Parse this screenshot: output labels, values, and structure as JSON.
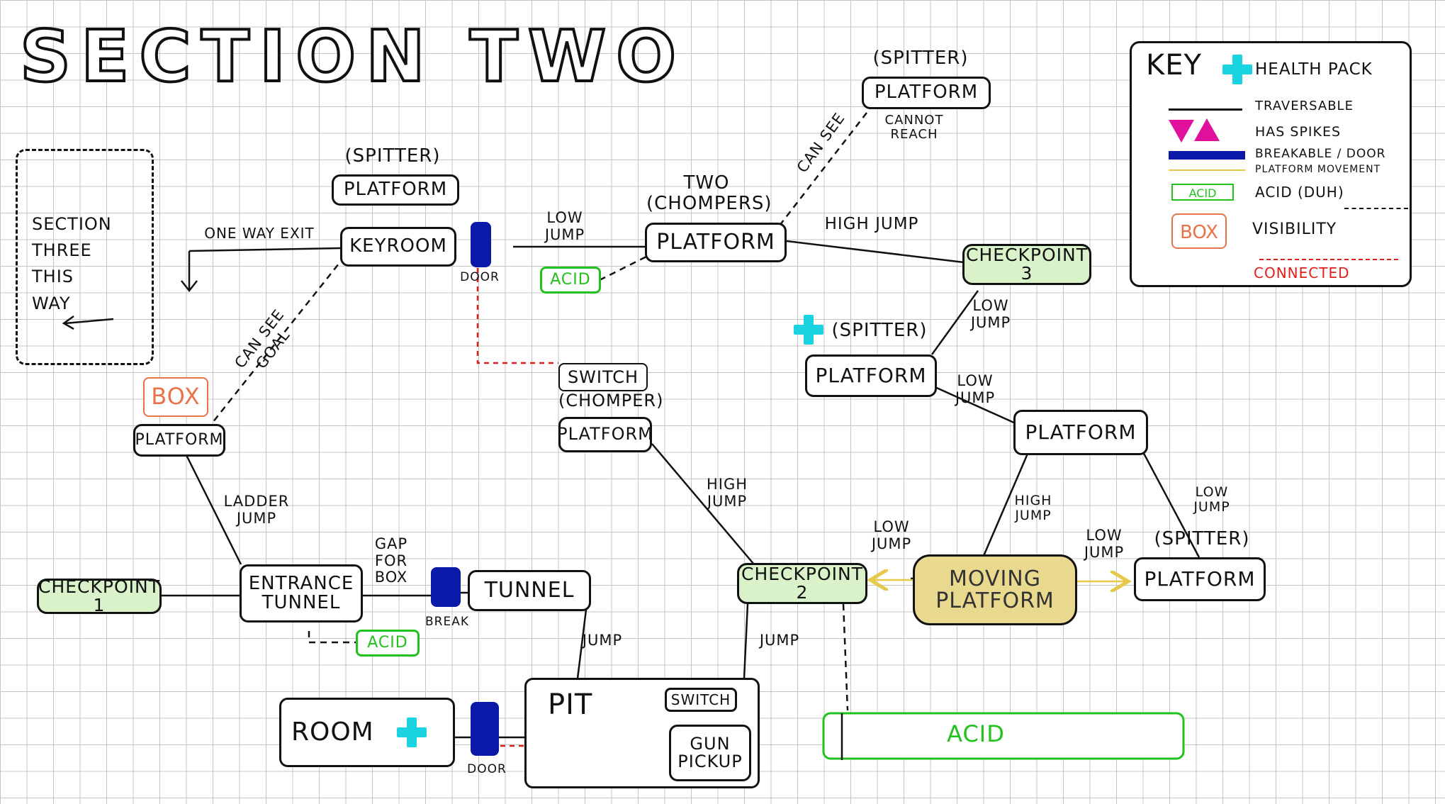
{
  "title": "SECTION TWO",
  "section_three_note": "SECTION\nTHREE\nTHIS\nWAY",
  "nodes": {
    "checkpoint1": "CHECKPOINT 1",
    "entrance_tunnel": "ENTRANCE\nTUNNEL",
    "tunnel": "TUNNEL",
    "platform_box": "PLATFORM",
    "box": "BOX",
    "keyroom": "KEYROOM",
    "keyroom_platform": "PLATFORM",
    "acid_entrance": "ACID",
    "room": "ROOM",
    "pit": "PIT",
    "pit_switch": "SWITCH",
    "gun_pickup": "GUN\nPICKUP",
    "switch_top": "SWITCH",
    "chomper_platform": "PLATFORM",
    "two_chompers_platform": "PLATFORM",
    "acid_top": "ACID",
    "spitter_top_platform": "PLATFORM",
    "checkpoint3": "CHECKPOINT 3",
    "spitter_mid_platform": "PLATFORM",
    "right_platform": "PLATFORM",
    "checkpoint2": "CHECKPOINT 2",
    "moving_platform": "MOVING\nPLATFORM",
    "spitter_right_platform": "PLATFORM",
    "big_acid": "ACID"
  },
  "labels": {
    "one_way_exit": "ONE WAY EXIT",
    "spitter_keyroom": "(SPITTER)",
    "door_top": "DOOR",
    "low_jump_top": "LOW\nJUMP",
    "two_chompers": "TWO\n(CHOMPERS)",
    "can_see_top": "CAN SEE",
    "spitter_top": "(SPITTER)",
    "cannot_reach": "CANNOT\nREACH",
    "high_jump_top": "HIGH JUMP",
    "can_see_goal": "CAN SEE\nGOAL",
    "chomper": "(CHOMPER)",
    "low_jump_cp3": "LOW\nJUMP",
    "spitter_mid": "(SPITTER)",
    "low_jump_mid": "LOW\nJUMP",
    "ladder_jump": "LADDER\nJUMP",
    "gap_for_box": "GAP\nFOR\nBOX",
    "break": "BREAK",
    "high_jump_mid": "HIGH\nJUMP",
    "high_jump_right": "HIGH\nJUMP",
    "low_jump_right": "LOW\nJUMP",
    "low_jump_cp2": "LOW\nJUMP",
    "low_jump_moving": "LOW\nJUMP",
    "spitter_right": "(SPITTER)",
    "jump_tunnel": "JUMP",
    "jump_cp2": "JUMP",
    "door_bottom": "DOOR"
  },
  "key": {
    "title": "KEY",
    "health_pack": "HEALTH PACK",
    "traversable": "TRAVERSABLE",
    "has_spikes": "HAS SPIKES",
    "breakable_door": "BREAKABLE / DOOR",
    "platform_movement": "PLATFORM MOVEMENT",
    "acid_sample": "ACID",
    "acid_desc": "ACID (DUH)",
    "box_sample": "BOX",
    "visibility": "VISIBILITY",
    "connected": "CONNECTED"
  },
  "colors": {
    "health": "#1ad3e0",
    "spikes": "#e0109d",
    "door": "#0a19a8",
    "acid": "#22c11e",
    "box": "#e8734a",
    "connected": "#e0201c",
    "checkpoint_fill": "#d9f2c9",
    "moving_fill": "#e9d98f",
    "movement_arrow": "#e6c84a"
  },
  "icons": [
    "health-pack-icon",
    "spike-down-icon",
    "spike-up-icon",
    "door-icon",
    "one-way-arrow-icon"
  ]
}
